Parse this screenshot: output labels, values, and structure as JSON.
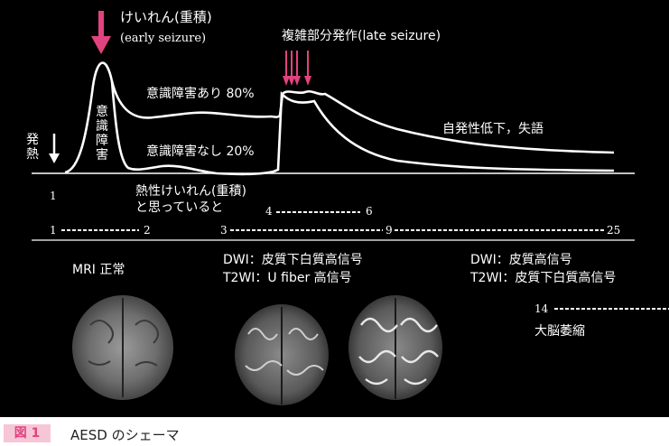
{
  "figure": {
    "label": "図 1",
    "title": "AESD のシェーマ"
  },
  "labels": {
    "onset_fever": "発熱",
    "early_seizure_jp": "けいれん(重積)",
    "early_seizure_en": "(early seizure)",
    "late_seizure": "複雑部分発作(late seizure)",
    "consciousness_disorder": "意識障害",
    "with_disorder": "意識障害あり 80%",
    "without_disorder": "意識障害なし 20%",
    "sequelae": "自発性低下，失語",
    "febrile_note_1": "熱性けいれん(重積)",
    "febrile_note_2": "と思っていると"
  },
  "timeline": {
    "day_1_top": "1",
    "day_4": "4",
    "day_6": "6",
    "day_1": "1",
    "day_2": "2",
    "day_3": "3",
    "day_9": "9",
    "day_25": "25",
    "day_14": "14"
  },
  "mri": {
    "normal": "MRI 正常",
    "early_dwi": "DWI：皮質下白質高信号",
    "early_t2": "T2WI：U fiber 高信号",
    "late_dwi": "DWI：皮質高信号",
    "late_t2": "T2WI：皮質下白質高信号",
    "atrophy": "大脳萎縮"
  },
  "colors": {
    "accent_pink": "#e2427f",
    "badge_bg": "#f7c6d6",
    "background": "#000000",
    "foreground": "#ffffff"
  }
}
